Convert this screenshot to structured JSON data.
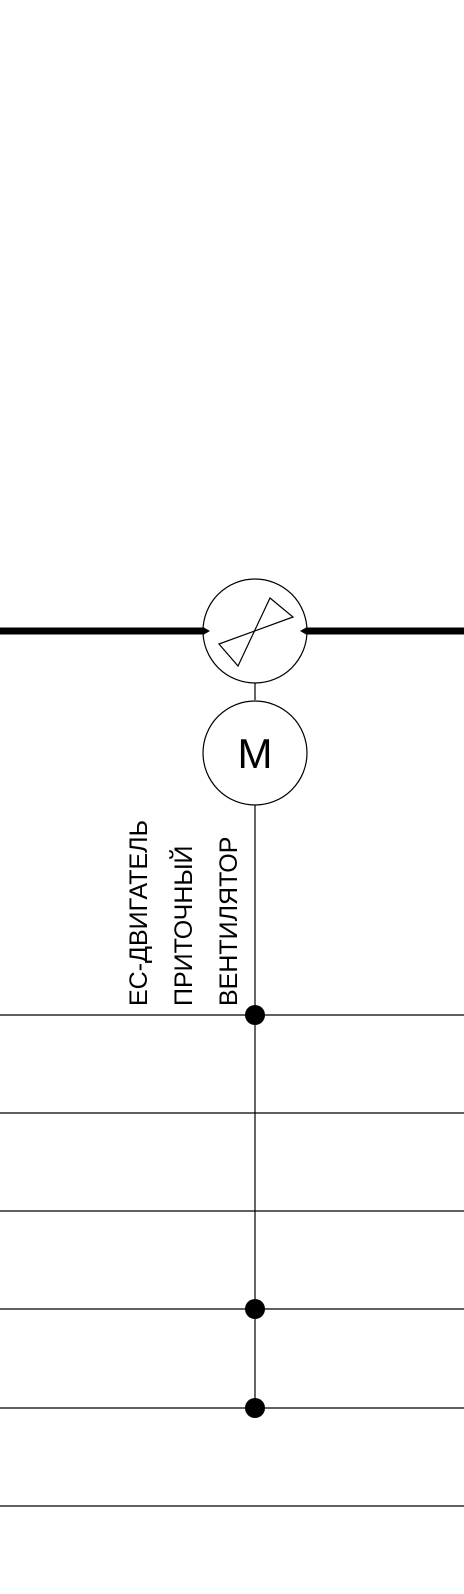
{
  "labels": {
    "line1": "ЕС-ДВИГАТЕЛЬ",
    "line2": "ПРИТОЧНЫЙ",
    "line3": "ВЕНТИЛЯТОР"
  },
  "motor_symbol": "М",
  "colors": {
    "line": "#000000",
    "background": "#ffffff"
  },
  "icons": {
    "fan": "fan-symbol-icon",
    "motor": "motor-icon",
    "junction": "junction-dot-icon"
  }
}
